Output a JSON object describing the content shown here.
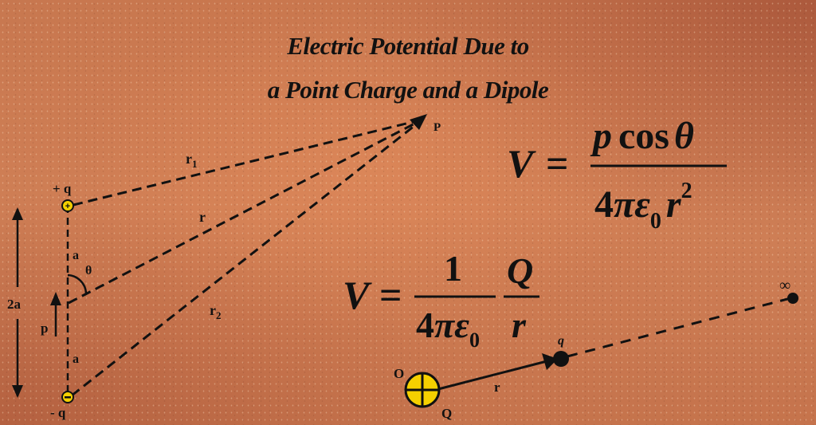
{
  "title": {
    "line1": "Electric Potential Due to",
    "line2": "a Point Charge and a Dipole"
  },
  "dipole": {
    "positive_charge_label": "+ q",
    "negative_charge_label": "- q",
    "positive_symbol": "+",
    "negative_symbol": "−",
    "half_length_label_top": "a",
    "half_length_label_bottom": "a",
    "total_length_label": "2a",
    "dipole_moment_label": "p",
    "angle_label": "θ",
    "point_label": "P",
    "distance_labels": {
      "r1": "r",
      "r1_sub": "1",
      "r": "r",
      "r2": "r",
      "r2_sub": "2"
    },
    "formula": {
      "lhs": "V",
      "equals": "=",
      "numerator_p": "p",
      "numerator_cos": "cos",
      "numerator_theta": "θ",
      "denominator_4": "4",
      "denominator_pi": "π",
      "denominator_eps": "ε",
      "denominator_eps_sub": "0",
      "denominator_r": "r",
      "denominator_exp": "2"
    }
  },
  "point_charge": {
    "origin_label": "O",
    "source_label": "Q",
    "test_charge_label": "q",
    "distance_label": "r",
    "infinity_label": "∞",
    "formula": {
      "lhs": "V",
      "equals": "=",
      "frac1_num": "1",
      "frac1_den_4": "4",
      "frac1_den_pi": "π",
      "frac1_den_eps": "ε",
      "frac1_den_eps_sub": "0",
      "frac2_num": "Q",
      "frac2_den": "r"
    }
  },
  "colors": {
    "charge_fill": "#f5d000",
    "ink": "#111111",
    "background": "#c97a52"
  }
}
